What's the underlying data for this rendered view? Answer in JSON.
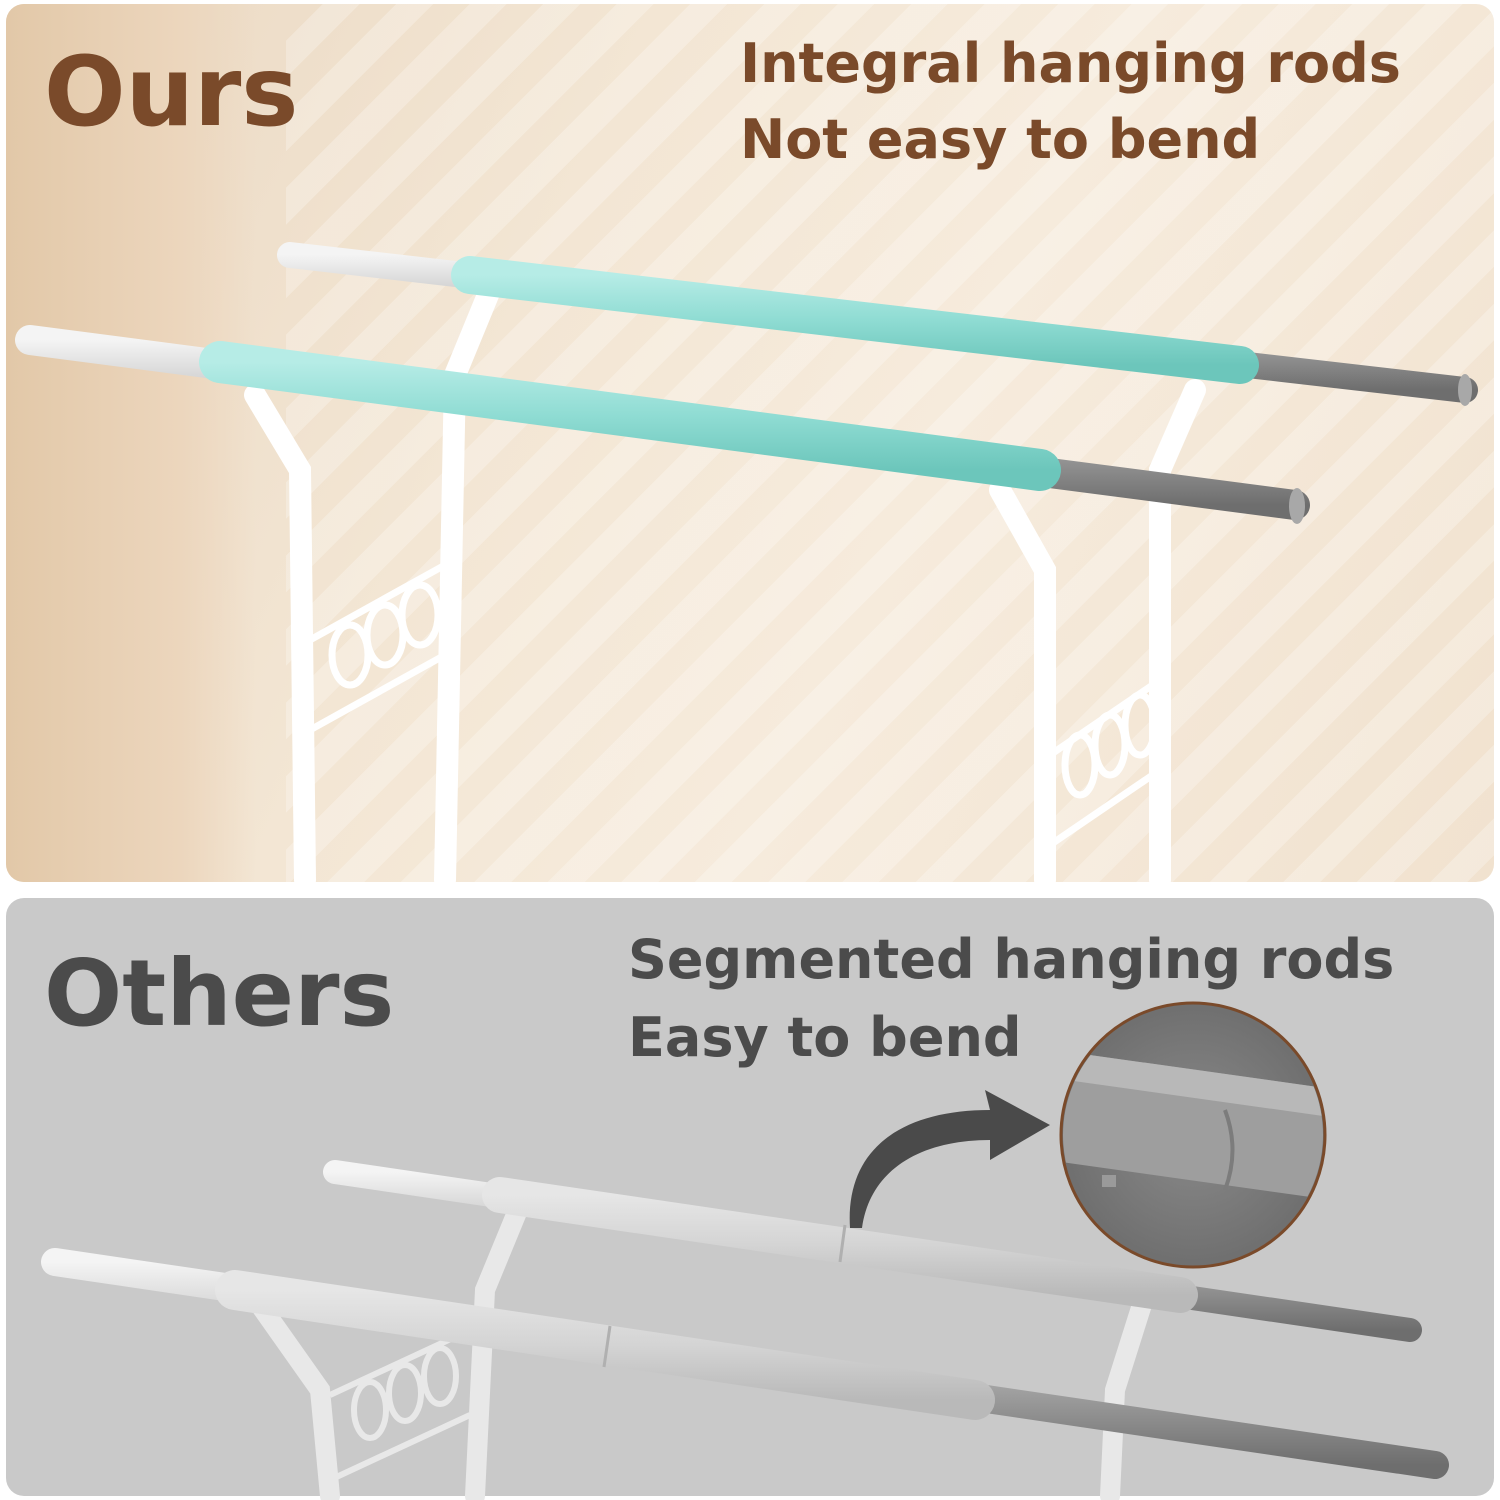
{
  "ours": {
    "heading": "Ours",
    "caption_line1": "Integral hanging rods",
    "caption_line2": "Not easy to bend",
    "accent_color": "#7a4a2a",
    "rod_sleeve_color": "#8fdcd3"
  },
  "others": {
    "heading": "Others",
    "caption_line1": "Segmented hanging rods",
    "caption_line2": "Easy to bend",
    "accent_color": "#4b4b4b",
    "rod_sleeve_color": "#d6d6d6"
  }
}
